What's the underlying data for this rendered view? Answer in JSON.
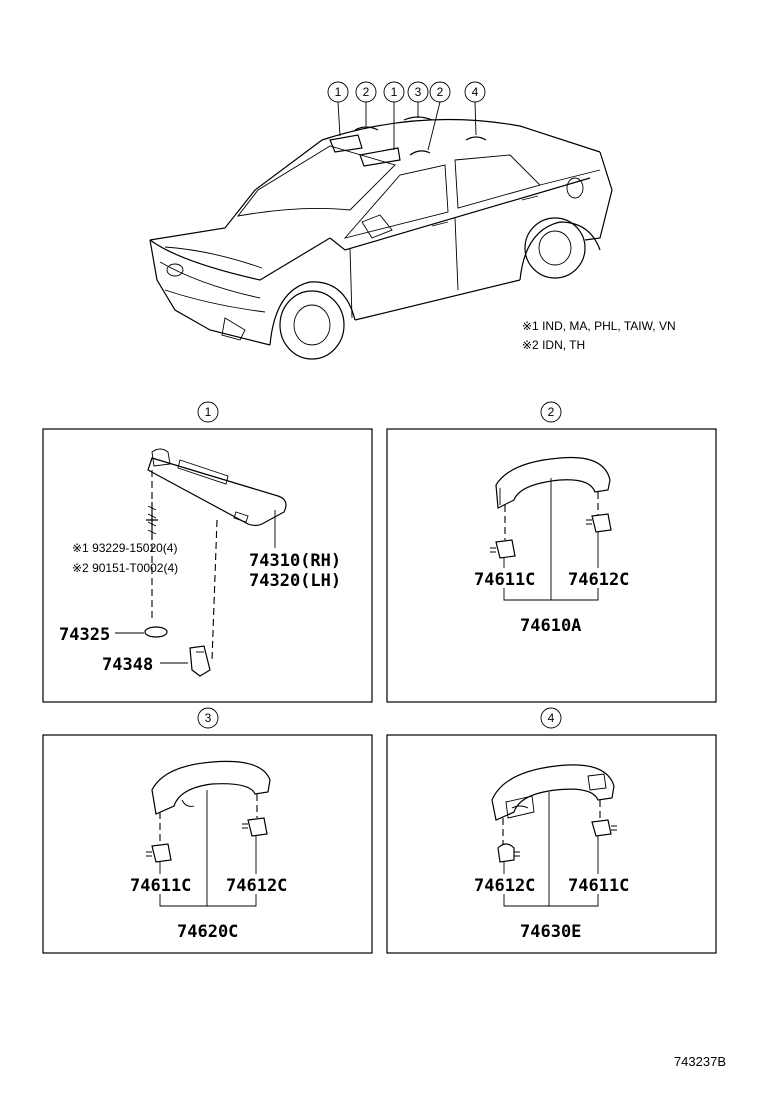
{
  "overview": {
    "callouts": [
      "1",
      "2",
      "1",
      "3",
      "2",
      "4"
    ],
    "notes": [
      "※1 IND, MA, PHL, TAIW, VN",
      "※2 IDN, TH"
    ]
  },
  "panels": {
    "p1": {
      "number": "1",
      "parts": {
        "screw_note_1": "※1 93229-15020(4)",
        "screw_note_2": "※2 90151-T0002(4)",
        "visor_rh": "74310(RH)",
        "visor_lh": "74320(LH)",
        "washer": "74325",
        "holder": "74348"
      }
    },
    "p2": {
      "number": "2",
      "parts": {
        "left_cap": "74611C",
        "right_cap": "74612C",
        "assembly": "74610A"
      }
    },
    "p3": {
      "number": "3",
      "parts": {
        "left_cap": "74611C",
        "right_cap": "74612C",
        "assembly": "74620C"
      }
    },
    "p4": {
      "number": "4",
      "parts": {
        "left_cap": "74612C",
        "right_cap": "74611C",
        "assembly": "74630E"
      }
    }
  },
  "drawing_number": "743237B"
}
